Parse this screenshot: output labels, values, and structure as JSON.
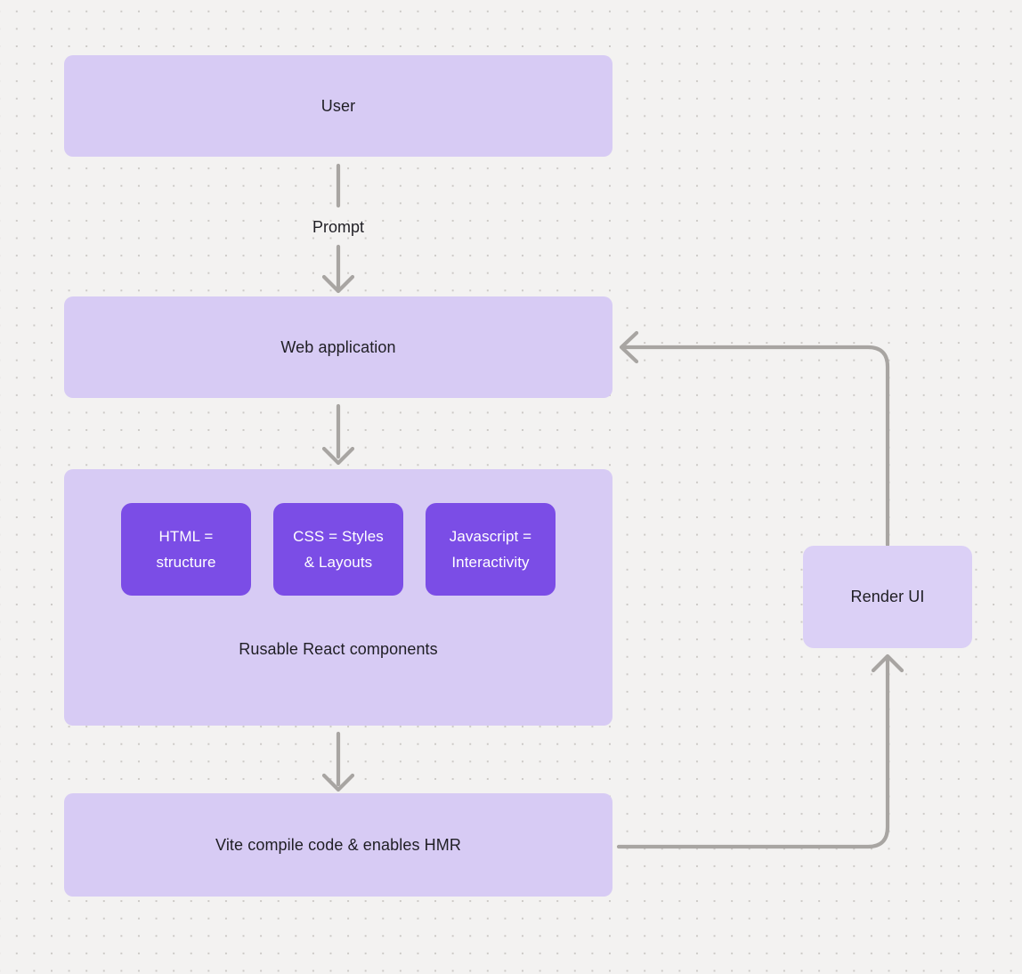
{
  "canvas": {
    "background": "#f3f2f1",
    "dot_color": "#ccc9c6"
  },
  "colors": {
    "node_fill": "#d7cbf4",
    "render_ui_fill": "#dbd0f6",
    "chip_fill": "#7b4de6",
    "connector": "#a8a5a2",
    "text_dark": "#1f1e24",
    "text_light": "#ffffff"
  },
  "nodes": {
    "user": {
      "label": "User"
    },
    "web_application": {
      "label": "Web application"
    },
    "components_container": {
      "chips": [
        {
          "label": "HTML = structure"
        },
        {
          "label": "CSS = Styles & Layouts"
        },
        {
          "label": "Javascript = Interactivity"
        }
      ],
      "caption": "Rusable React components"
    },
    "vite": {
      "label": "Vite compile code & enables HMR"
    },
    "render_ui": {
      "label": "Render UI"
    }
  },
  "edges": {
    "user_to_web": {
      "label": "Prompt"
    },
    "web_to_components": {
      "label": ""
    },
    "components_to_vite": {
      "label": ""
    },
    "vite_to_render_ui": {
      "label": ""
    },
    "render_ui_to_web": {
      "label": ""
    }
  }
}
